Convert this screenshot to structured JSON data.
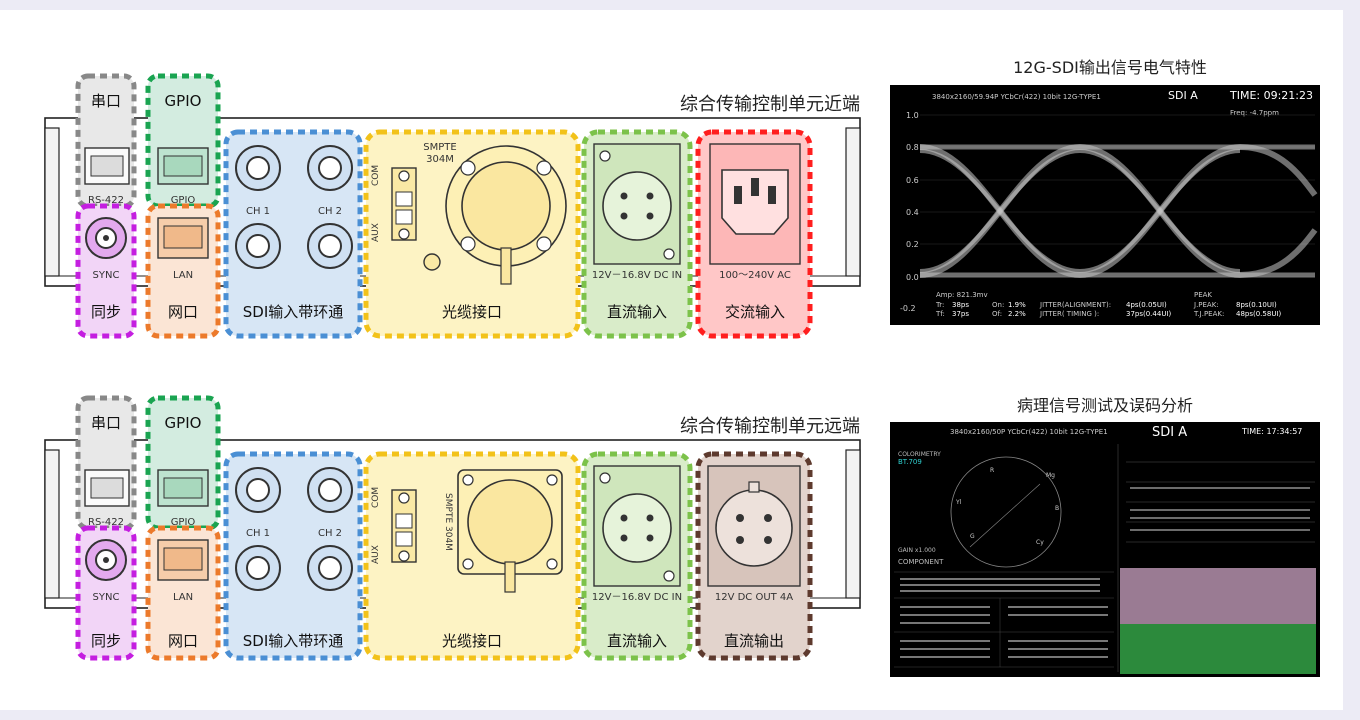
{
  "near": {
    "title": "综合传输控制单元近端",
    "tags": {
      "serial": "串口",
      "gpio": "GPIO",
      "sync": "同步",
      "lan": "网口",
      "sdi": "SDI输入带环通",
      "fiber": "光缆接口",
      "dc_in": "直流输入",
      "ac_in": "交流输入"
    },
    "panel": {
      "serial_label": "RS-422",
      "gpio_label": "GPIO",
      "sync_label": "SYNC",
      "lan_label": "LAN",
      "ch1": "CH 1",
      "ch2": "CH 2",
      "smpte": "SMPTE",
      "smpte_model": "304M",
      "com": "COM",
      "aux": "AUX",
      "dc_in": "12V－16.8V DC IN",
      "ac_in": "100～240V AC"
    }
  },
  "far": {
    "title": "综合传输控制单元远端",
    "tags": {
      "serial": "串口",
      "gpio": "GPIO",
      "sync": "同步",
      "lan": "网口",
      "sdi": "SDI输入带环通",
      "fiber": "光缆接口",
      "dc_in": "直流输入",
      "dc_out": "直流输出"
    },
    "panel": {
      "serial_label": "RS-422",
      "gpio_label": "GPIO",
      "sync_label": "SYNC",
      "lan_label": "LAN",
      "ch1": "CH 1",
      "ch2": "CH 2",
      "smpte": "SMPTE 304M",
      "com": "COM",
      "aux": "AUX",
      "dc_in": "12V－16.8V DC IN",
      "dc_out": "12V DC OUT 4A"
    }
  },
  "scope1": {
    "caption": "12G-SDI输出信号电气特性",
    "format": "3840x2160/59.94P YCbCr(422) 10bit 12G-TYPE1",
    "input": "SDI A",
    "time": "TIME: 09:21:23",
    "freq": "Freq: -4.7ppm",
    "y_ticks": [
      "1.0",
      "0.8",
      "0.6",
      "0.4",
      "0.2",
      "0.0",
      "-0.2"
    ],
    "stats": {
      "amp": "Amp: 821.3mv",
      "tr_label": "Tr:",
      "tr": "38ps",
      "tf_label": "Tf:",
      "tf": "37ps",
      "on_label": "On:",
      "on": "1.9%",
      "of_label": "Of:",
      "of": "2.2%",
      "jit_align_label": "JITTER(ALIGNMENT):",
      "jit_align": "4ps(0.05UI)",
      "jit_timing_label": "JITTER(  TIMING ):",
      "jit_timing": "37ps(0.44UI)",
      "peak_label": "PEAK",
      "jpeak_label": "J.PEAK:",
      "jpeak": "8ps(0.10UI)",
      "tjpeak_label": "T.J.PEAK:",
      "tjpeak": "48ps(0.58UI)"
    }
  },
  "scope2": {
    "caption": "病理信号测试及误码分析",
    "format": "3840x2160/50P YCbCr(422) 10bit 12G-TYPE1",
    "input": "SDI A",
    "time": "TIME: 17:34:57",
    "colorimetry_label": "COLORIMETRY",
    "colorimetry": "BT.709",
    "gain": "GAIN x1.000",
    "component": "COMPONENT",
    "vector_labels": [
      "R",
      "Mg",
      "B",
      "Cy",
      "G",
      "Yl"
    ],
    "bar_colors": {
      "top": "#9a7b93",
      "bottom": "#2c8a3c"
    }
  }
}
